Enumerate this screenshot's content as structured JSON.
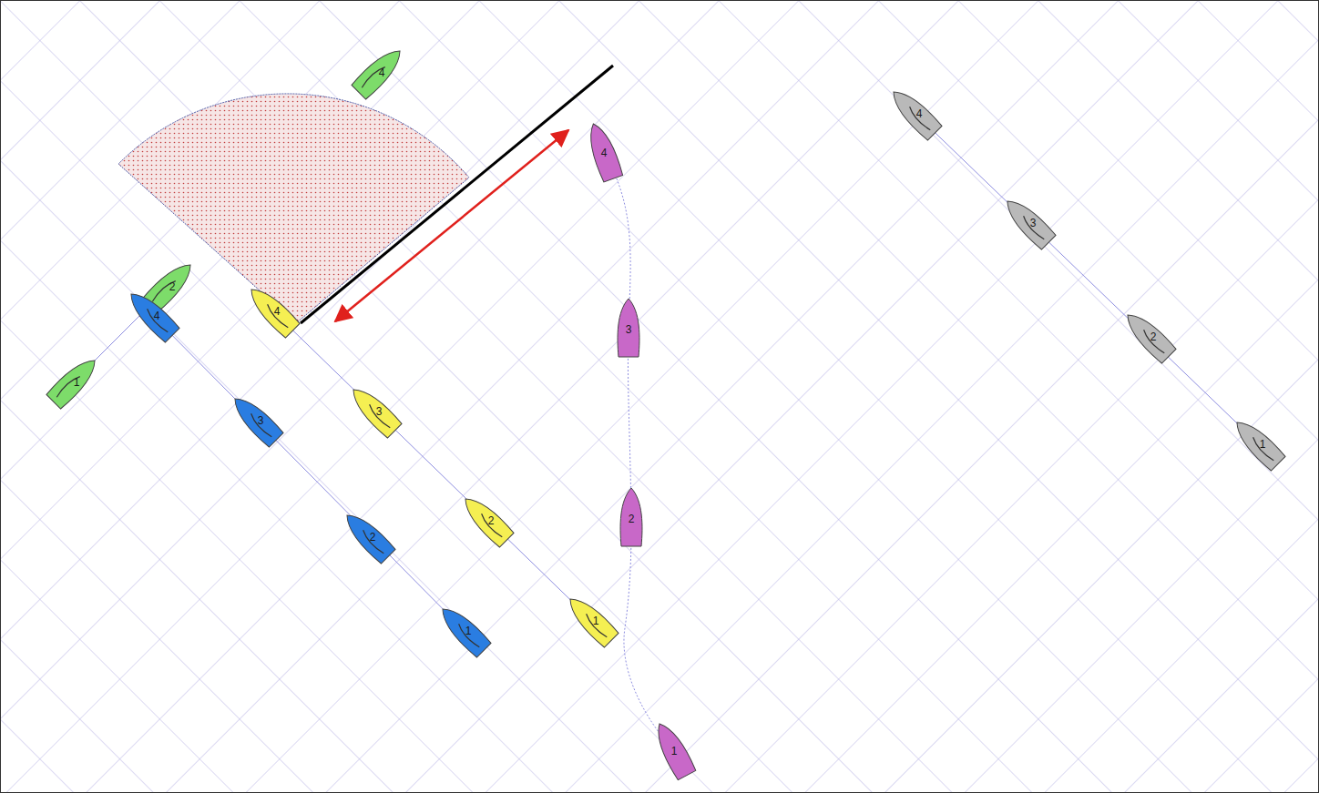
{
  "diagram": {
    "labels": [
      "4",
      "4",
      "4",
      "3",
      "2",
      "4",
      "4",
      "3",
      "1",
      "3",
      "3",
      "2",
      "1",
      "2",
      "2",
      "2",
      "1",
      "1",
      "1"
    ]
  }
}
